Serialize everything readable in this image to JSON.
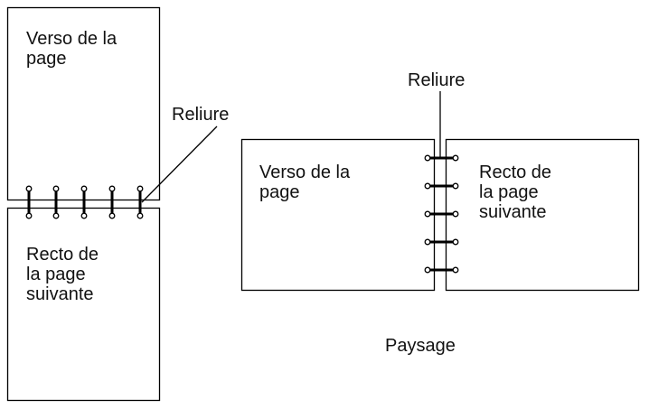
{
  "portrait": {
    "back_page_label": [
      "Verso de la",
      "page"
    ],
    "front_page_label": [
      "Recto de",
      "la page",
      "suivante"
    ],
    "binding_label": "Reliure"
  },
  "landscape": {
    "back_page_label": [
      "Verso de la",
      "page"
    ],
    "front_page_label": [
      "Recto de",
      "la page",
      "suivante"
    ],
    "binding_label": "Reliure",
    "caption": "Paysage"
  }
}
